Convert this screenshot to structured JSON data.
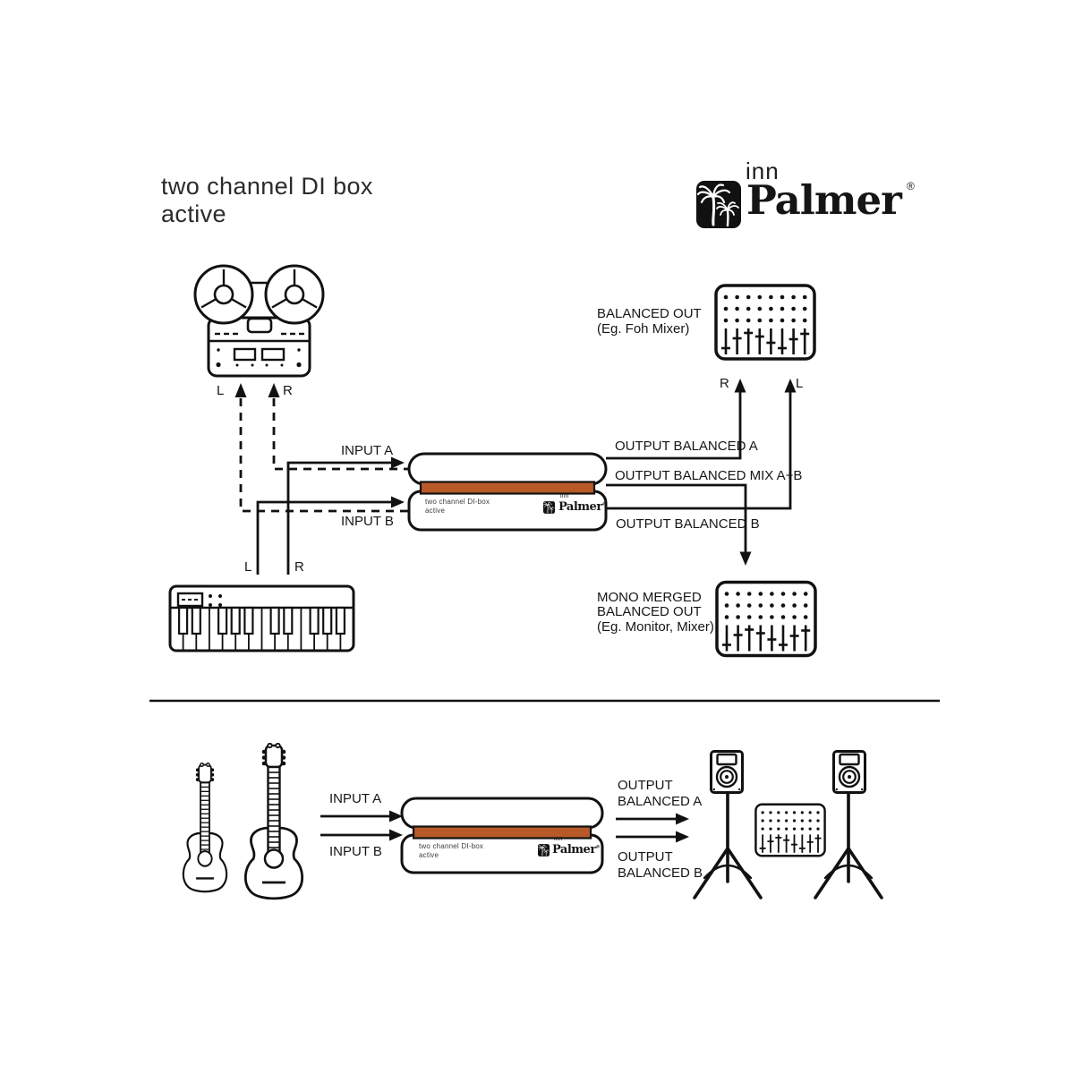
{
  "title": {
    "line1": "two channel DI box",
    "line2": "active"
  },
  "brand": {
    "prefix": "inn",
    "name": "Palmer",
    "registered": "®"
  },
  "device": {
    "label_line1": "two channel DI-box",
    "label_line2": "active",
    "logo_prefix": "inn",
    "logo_name": "Palmer",
    "logo_registered": "®",
    "accent_color": "#b85a28"
  },
  "top_diagram": {
    "tape": {
      "left": "L",
      "right": "R"
    },
    "keyboard": {
      "left": "L",
      "right": "R"
    },
    "input_a": "INPUT A",
    "input_b": "INPUT B",
    "output_a": "OUTPUT BALANCED A",
    "output_mix": "OUTPUT BALANCED MIX A+B",
    "output_b": "OUTPUT BALANCED B",
    "foh": {
      "line1": "BALANCED OUT",
      "line2": "(Eg. Foh Mixer)",
      "right": "R",
      "left": "L"
    },
    "monitor": {
      "line1": "MONO MERGED",
      "line2": "BALANCED OUT",
      "line3": "(Eg. Monitor, Mixer)"
    }
  },
  "bottom_diagram": {
    "input_a": "INPUT A",
    "input_b": "INPUT B",
    "output_a_line1": "OUTPUT",
    "output_a_line2": "BALANCED A",
    "output_b_line1": "OUTPUT",
    "output_b_line2": "BALANCED B"
  },
  "icons": [
    "palm-tree-logo-icon",
    "tape-recorder-icon",
    "keyboard-icon",
    "mixer-icon",
    "di-box-icon",
    "guitar-icon",
    "speaker-icon",
    "speaker-stand-icon",
    "arrow-icon"
  ]
}
